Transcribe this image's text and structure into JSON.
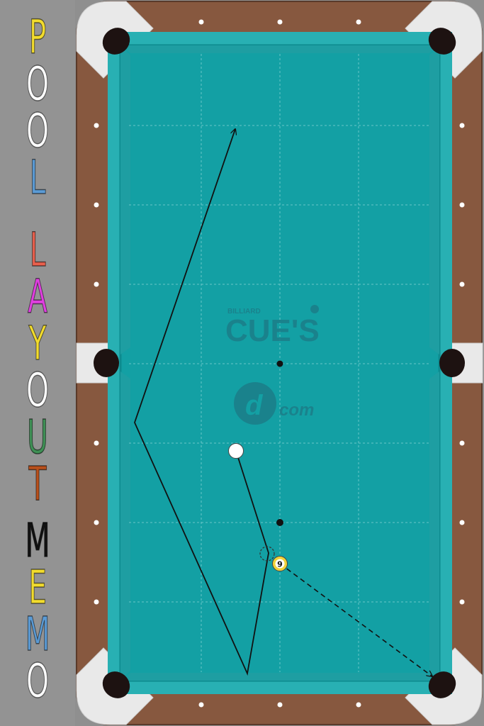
{
  "app": {
    "title_letters": [
      {
        "char": "P",
        "color": "#f2dc2e"
      },
      {
        "char": "O",
        "color": "#ffffff"
      },
      {
        "char": "O",
        "color": "#ffffff"
      },
      {
        "char": "L",
        "color": "#5b9bd5"
      },
      {
        "char": "L",
        "color": "#e8604d"
      },
      {
        "char": "A",
        "color": "#e040e0"
      },
      {
        "char": "Y",
        "color": "#f2dc2e"
      },
      {
        "char": "O",
        "color": "#ffffff"
      },
      {
        "char": "U",
        "color": "#3f8f55"
      },
      {
        "char": "T",
        "color": "#b8501c"
      },
      {
        "char": "M",
        "color": "#111111"
      },
      {
        "char": "E",
        "color": "#f2dc2e"
      },
      {
        "char": "M",
        "color": "#5b9bd5"
      },
      {
        "char": "O",
        "color": "#ffffff"
      }
    ]
  },
  "table": {
    "cloth_color": "#13a0a4",
    "rail_color": "#87583f",
    "cushion_color": "#2bb3b5",
    "diamond_color": "#ffffff"
  },
  "watermark": {
    "billiard": "BILLIARD",
    "cues": "CUE'S",
    "dcom": "com"
  },
  "balls": {
    "nine_label": "9"
  },
  "icons": {
    "arrow": "arrow-head-icon",
    "ghost": "ghost-ball-icon"
  }
}
